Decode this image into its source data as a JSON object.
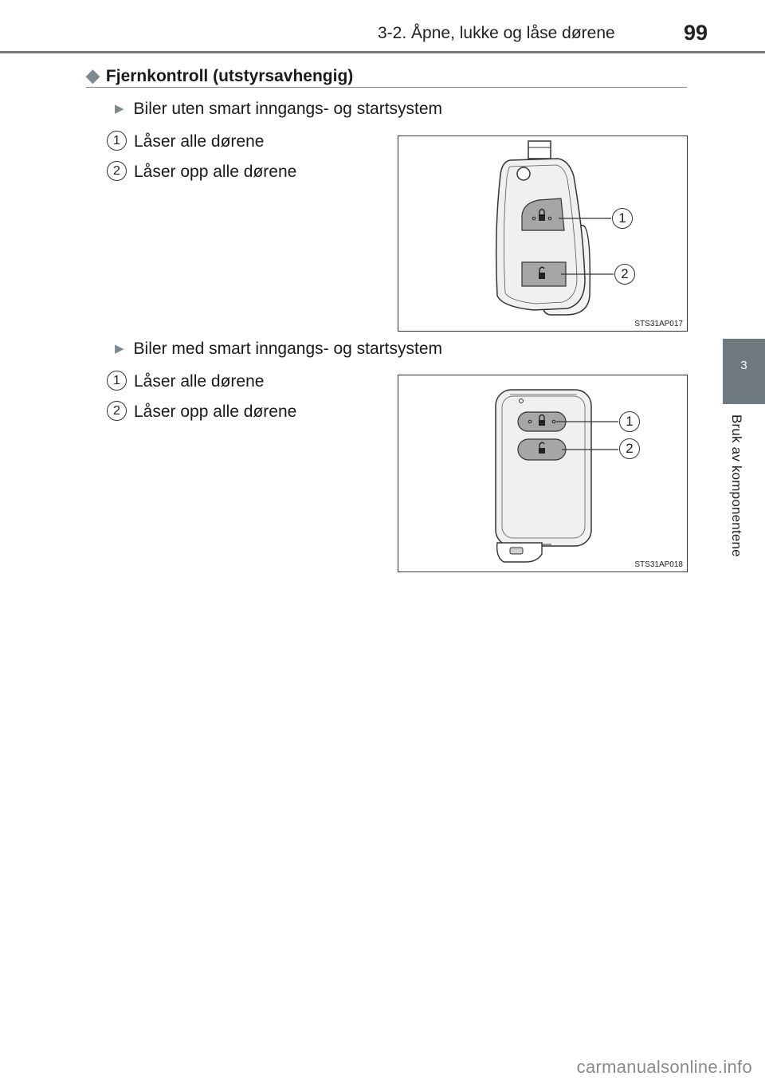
{
  "header": {
    "title": "3-2. Åpne, lukke og låse dørene",
    "page_number": "99"
  },
  "side_tab": {
    "chapter_number": "3",
    "chapter_label": "Bruk av komponentene"
  },
  "section": {
    "title": "Fjernkontroll (utstyrsavhengig)",
    "groups": [
      {
        "heading": "Biler uten smart inngangs- og startsystem",
        "items": [
          {
            "number": "1",
            "text": "Låser alle dørene"
          },
          {
            "number": "2",
            "text": "Låser opp alle dørene"
          }
        ],
        "figure": {
          "code": "STS31AP017",
          "callouts": [
            "1",
            "2"
          ]
        }
      },
      {
        "heading": "Biler med smart inngangs- og startsystem",
        "items": [
          {
            "number": "1",
            "text": "Låser alle dørene"
          },
          {
            "number": "2",
            "text": "Låser opp alle dørene"
          }
        ],
        "figure": {
          "code": "STS31AP018",
          "callouts": [
            "1",
            "2"
          ]
        }
      }
    ]
  },
  "footer": {
    "watermark": "carmanualsonline.info"
  },
  "colors": {
    "accent": "#7d8a90",
    "side_tab": "#6e7a80",
    "button_fill": "#a6a6a6"
  }
}
